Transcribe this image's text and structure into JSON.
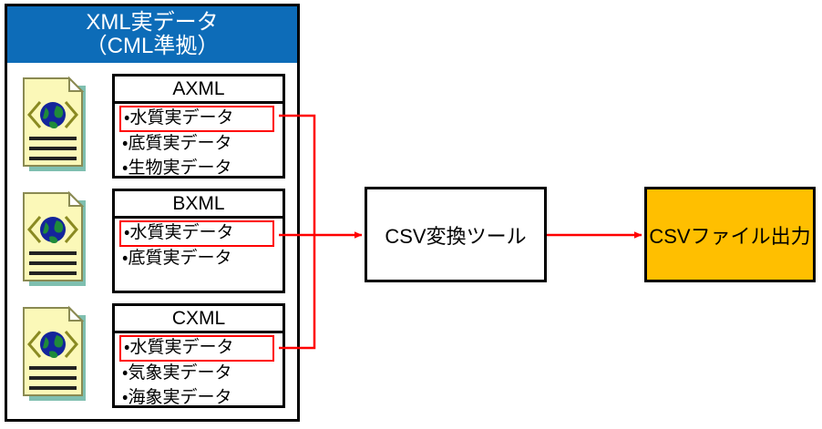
{
  "panel": {
    "header_line1": "XML実データ",
    "header_line2": "（CML準拠）",
    "header_color": "#0d6cb8",
    "groups": [
      {
        "icon": "xml-document-globe-icon",
        "title": "AXML",
        "items": [
          {
            "text": "・水質実データ",
            "highlighted": true
          },
          {
            "text": "・底質実データ",
            "highlighted": false
          },
          {
            "text": "・生物実データ",
            "highlighted": false
          }
        ]
      },
      {
        "icon": "xml-document-globe-icon",
        "title": "BXML",
        "items": [
          {
            "text": "・水質実データ",
            "highlighted": true
          },
          {
            "text": "・底質実データ",
            "highlighted": false
          }
        ]
      },
      {
        "icon": "xml-document-globe-icon",
        "title": "CXML",
        "items": [
          {
            "text": "・水質実データ",
            "highlighted": true
          },
          {
            "text": "・気象実データ",
            "highlighted": false
          },
          {
            "text": "・海象実データ",
            "highlighted": false
          }
        ]
      }
    ]
  },
  "process": {
    "label": "CSV変換ツール",
    "fill": "#ffffff"
  },
  "output": {
    "label": "CSVファイル出力",
    "fill": "#ffbf00"
  },
  "connectors": {
    "color": "#ff0000",
    "description": "water-quality rows of AXML, BXML and CXML merge into a vertical bus and feed the CSV conversion tool, which outputs a CSV file"
  }
}
